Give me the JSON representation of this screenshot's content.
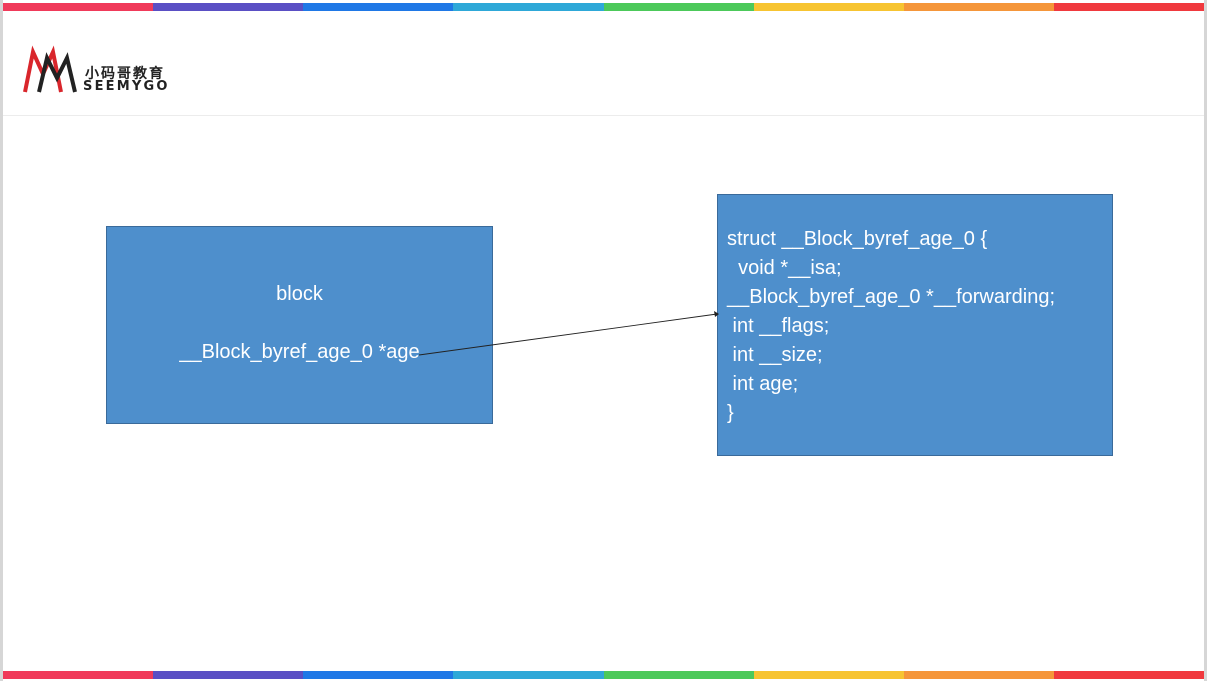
{
  "brand": {
    "name_cn": "小码哥教育",
    "name_en": "SEEMYGO"
  },
  "top_bar_colors": [
    "#f03a5a",
    "#5a4fc4",
    "#1f78e6",
    "#2ea8d8",
    "#4cc95a",
    "#f7c431",
    "#f5963a",
    "#f0393e"
  ],
  "diagram": {
    "block_box": {
      "title": "block",
      "field": "__Block_byref_age_0 *age"
    },
    "struct_box": {
      "lines": [
        "struct __Block_byref_age_0 {",
        "  void *__isa;",
        "__Block_byref_age_0 *__forwarding;",
        " int __flags;",
        " int __size;",
        " int age;",
        "}"
      ]
    },
    "box_color": "#4e8fcc"
  }
}
